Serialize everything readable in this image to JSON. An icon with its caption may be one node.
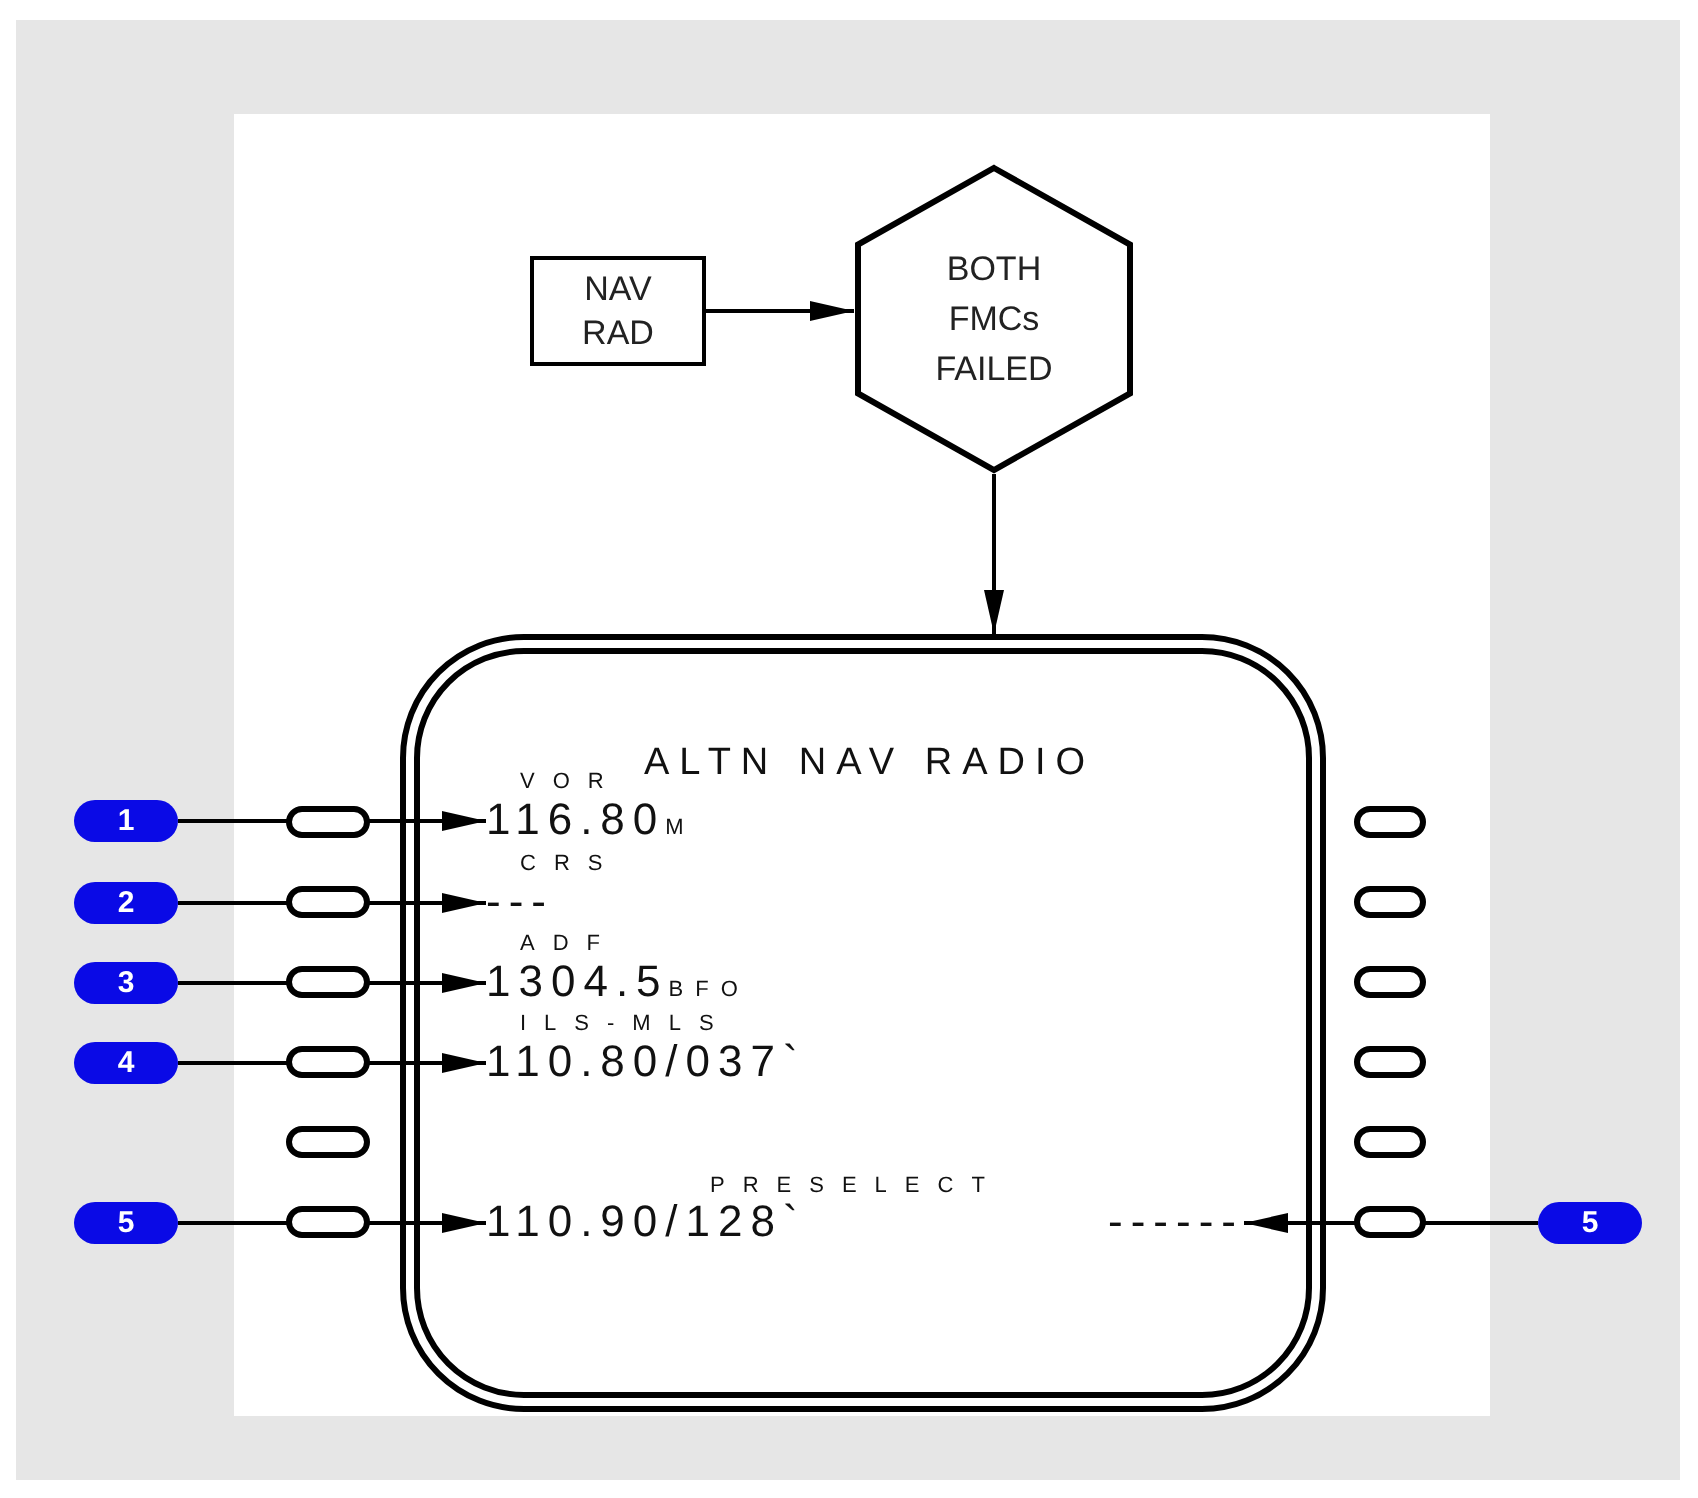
{
  "diagram": {
    "nodes": [
      {
        "text": [
          "NAV RAD"
        ]
      },
      {
        "text": [
          "BOTH FMCs FAILED"
        ]
      },
      {
        "text": [
          "ALTN NAV RADIO"
        ]
      },
      {
        "text": [
          "VOR",
          "116.80",
          "M"
        ],
        "in": 2
      },
      {
        "text": [
          "CRS",
          "---"
        ],
        "in": 2
      },
      {
        "text": [
          "ADF",
          "1304.5",
          "BFO"
        ],
        "in": 2
      },
      {
        "text": [
          "ILS-MLS",
          "110.80/037`"
        ],
        "in": 2
      },
      {
        "text": [
          "110.90/128`"
        ],
        "in": 2
      },
      {
        "text": [
          "------"
        ],
        "in": 2
      },
      {
        "text": [
          "1"
        ]
      },
      {
        "text": [
          "2"
        ]
      },
      {
        "text": [
          "3"
        ]
      },
      {
        "text": [
          "4"
        ]
      },
      {
        "text": [
          "5"
        ]
      },
      {
        "text": [
          "5"
        ]
      }
    ],
    "edges": [
      {
        "from": 0,
        "to": 1,
        "arrow": "to"
      },
      {
        "from": 1,
        "to": 2,
        "arrow": "to"
      },
      {
        "from": 9,
        "to": 3,
        "arrow": "to"
      },
      {
        "from": 10,
        "to": 4,
        "arrow": "to"
      },
      {
        "from": 11,
        "to": 5,
        "arrow": "to"
      },
      {
        "from": 12,
        "to": 6,
        "arrow": "to"
      },
      {
        "from": 13,
        "to": 7,
        "arrow": "to"
      },
      {
        "from": 14,
        "to": 8,
        "arrow": "to"
      }
    ],
    "labels": [
      "PRESELECT"
    ]
  }
}
